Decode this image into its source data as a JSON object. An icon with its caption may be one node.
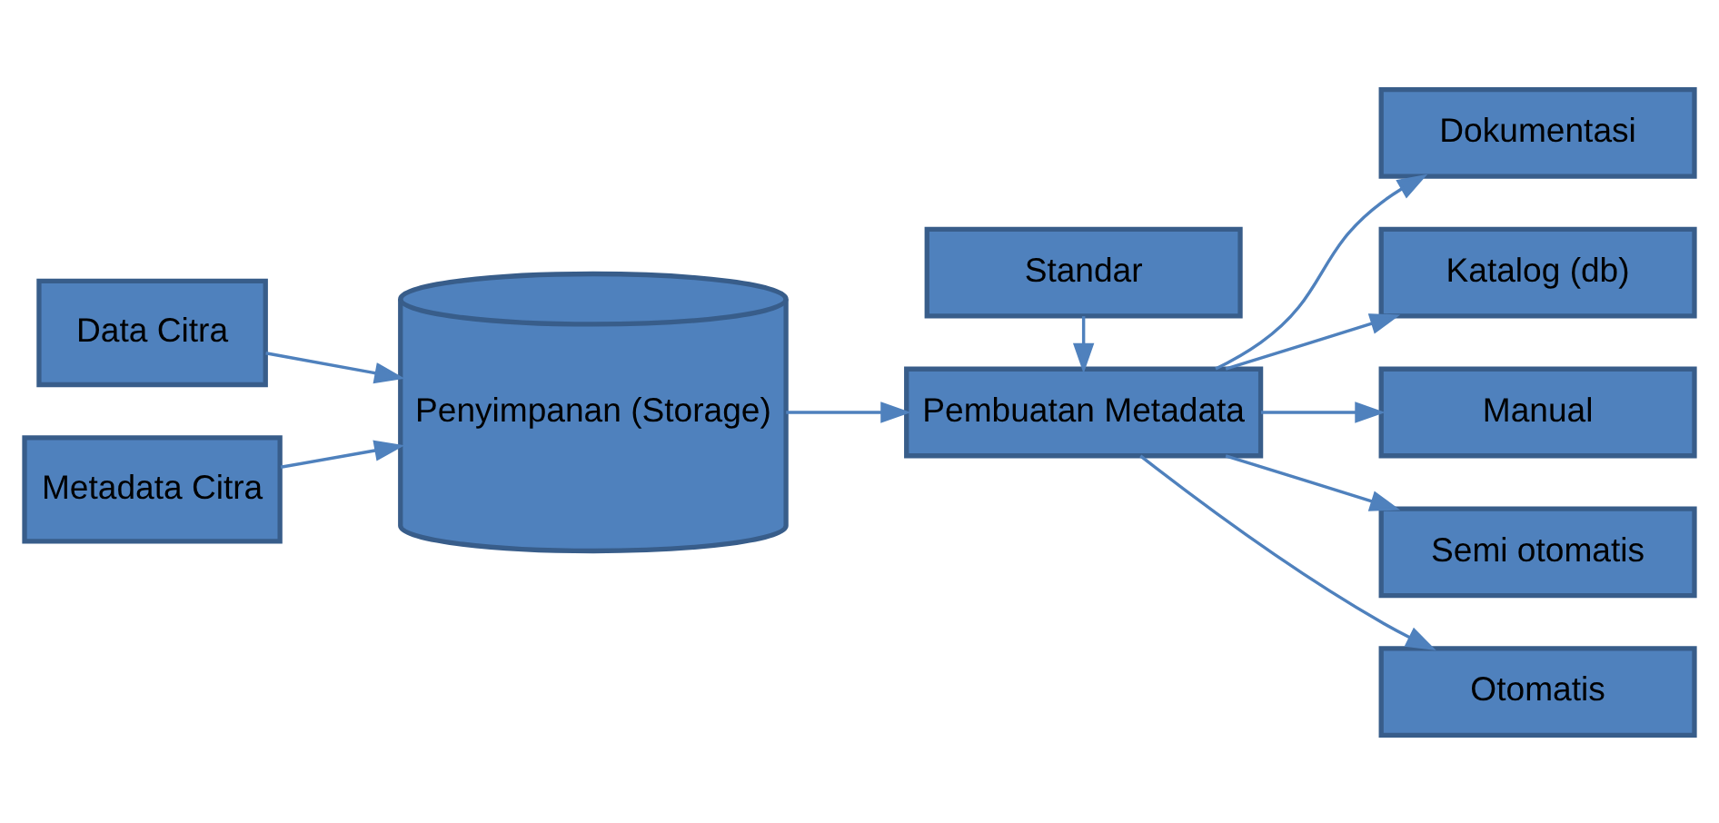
{
  "diagram": {
    "nodes": [
      {
        "text": [
          "Data Citra"
        ]
      },
      {
        "text": [
          "Metadata Citra"
        ]
      },
      {
        "text": [
          "Penyimpanan (Storage)"
        ]
      },
      {
        "text": [
          "Standar"
        ]
      },
      {
        "text": [
          "Pembuatan Metadata"
        ]
      },
      {
        "text": [
          "Dokumentasi"
        ]
      },
      {
        "text": [
          "Katalog (db)"
        ]
      },
      {
        "text": [
          "Manual"
        ]
      },
      {
        "text": [
          "Semi otomatis"
        ]
      },
      {
        "text": [
          "Otomatis"
        ]
      }
    ],
    "edges": [
      {
        "from": 0,
        "to": 2,
        "arrow": "to"
      },
      {
        "from": 1,
        "to": 2,
        "arrow": "to"
      },
      {
        "from": 2,
        "to": 4,
        "arrow": "to"
      },
      {
        "from": 3,
        "to": 4,
        "arrow": "to"
      },
      {
        "from": 4,
        "to": 5,
        "arrow": "to"
      },
      {
        "from": 4,
        "to": 6,
        "arrow": "to"
      },
      {
        "from": 4,
        "to": 7,
        "arrow": "to"
      },
      {
        "from": 4,
        "to": 8,
        "arrow": "to"
      },
      {
        "from": 4,
        "to": 9,
        "arrow": "to"
      }
    ]
  }
}
